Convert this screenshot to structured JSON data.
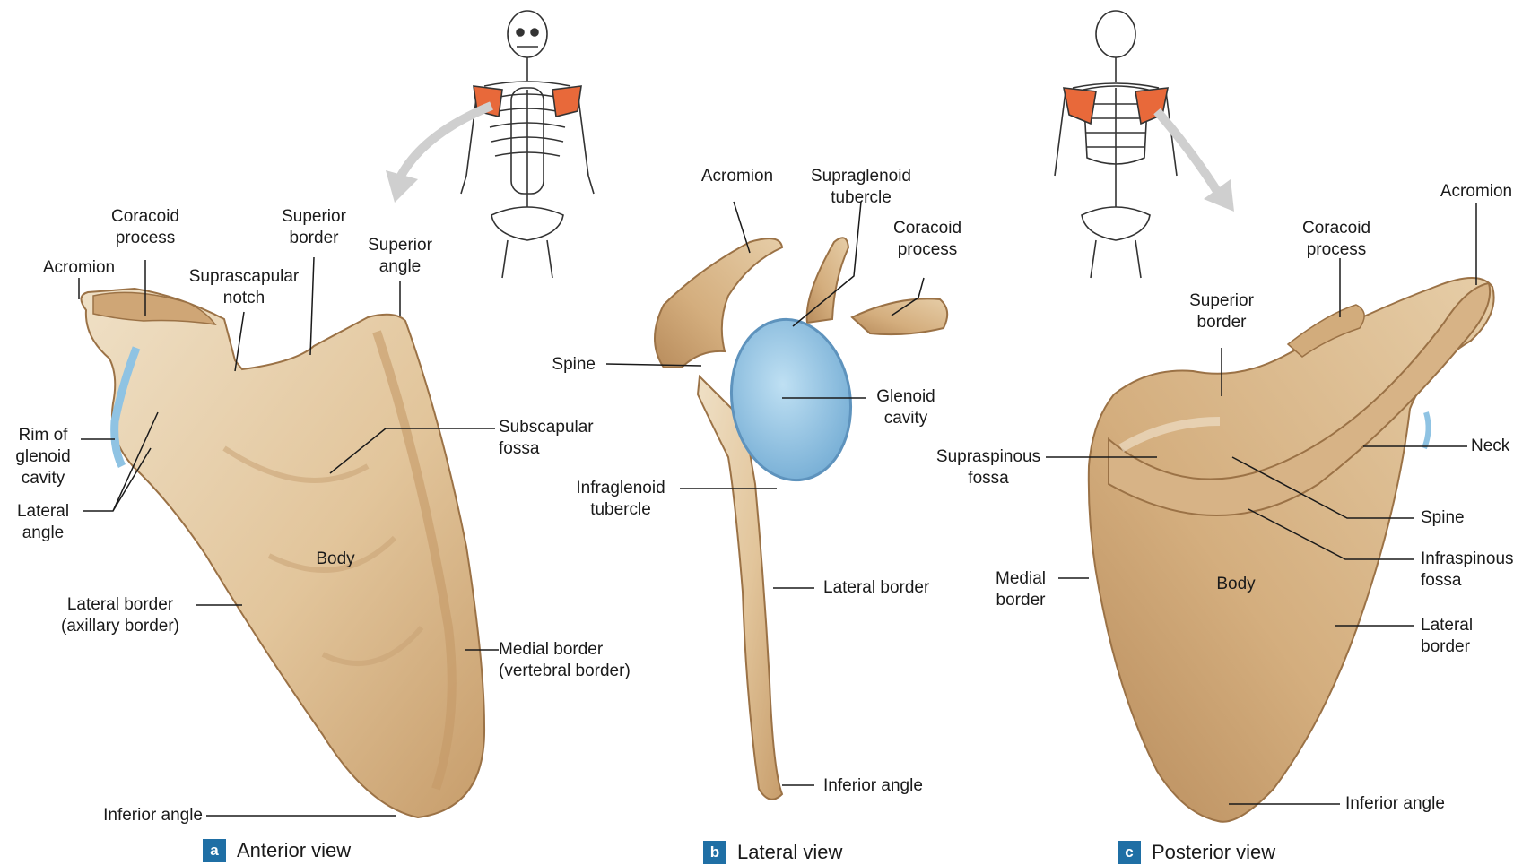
{
  "colors": {
    "bone": "#d9b789",
    "bone_light": "#efe0c6",
    "bone_shadow": "#b58d5e",
    "cartilage": "#8fc3e3",
    "highlight": "#e8693a",
    "leader": "#1a1a1a"
  },
  "panels": {
    "anterior": {
      "badge": "a",
      "caption": "Anterior view",
      "labels": {
        "acromion": "Acromion",
        "coracoid": "Coracoid\nprocess",
        "suprascapular": "Suprascapular\nnotch",
        "superior_border": "Superior\nborder",
        "superior_angle": "Superior\nangle",
        "rim": "Rim of\nglenoid\ncavity",
        "lateral_angle": "Lateral\nangle",
        "subscapular": "Subscapular\nfossa",
        "body": "Body",
        "lateral_border": "Lateral border\n(axillary border)",
        "medial_border": "Medial border\n(vertebral border)",
        "inferior_angle": "Inferior angle"
      }
    },
    "lateral": {
      "badge": "b",
      "caption": "Lateral view",
      "labels": {
        "acromion": "Acromion",
        "supraglenoid": "Supraglenoid\ntubercle",
        "coracoid": "Coracoid\nprocess",
        "spine": "Spine",
        "glenoid": "Glenoid\ncavity",
        "infraglenoid": "Infraglenoid\ntubercle",
        "lateral_border": "Lateral border",
        "inferior_angle": "Inferior angle"
      }
    },
    "posterior": {
      "badge": "c",
      "caption": "Posterior view",
      "labels": {
        "acromion": "Acromion",
        "coracoid": "Coracoid\nprocess",
        "superior_border": "Superior\nborder",
        "neck": "Neck",
        "supraspinous": "Supraspinous\nfossa",
        "spine": "Spine",
        "infraspinous": "Infraspinous\nfossa",
        "medial_border": "Medial\nborder",
        "body": "Body",
        "lateral_border": "Lateral\nborder",
        "inferior_angle": "Inferior angle"
      }
    }
  }
}
